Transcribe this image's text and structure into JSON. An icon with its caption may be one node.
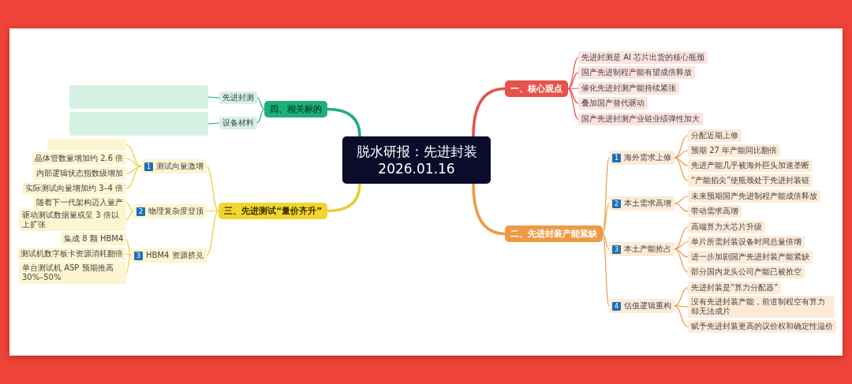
{
  "diagram": {
    "nodes": [
      {
        "text": [
          "脱水研报：先进封装 2026.01.16"
        ]
      },
      {
        "text": [
          "一、核心观点"
        ]
      },
      {
        "text": [
          "先进封测是 AI 芯片出货的核心瓶颈"
        ]
      },
      {
        "text": [
          "国产先进制程产能有望成倍释放"
        ]
      },
      {
        "text": [
          "催化先进封测产能持续紧张"
        ]
      },
      {
        "text": [
          "叠加国产替代驱动"
        ]
      },
      {
        "text": [
          "国产先进封测产业链业绩弹性加大"
        ]
      },
      {
        "text": [
          "二、先进封装产能紧缺"
        ]
      },
      {
        "text": [
          "1",
          "海外需求上修"
        ]
      },
      {
        "text": [
          "分配近期上修"
        ]
      },
      {
        "text": [
          "预期 27 年产能同比翻倍"
        ]
      },
      {
        "text": [
          "先进产能几乎被海外巨头加速垄断"
        ]
      },
      {
        "text": [
          "“产能掐尖”使瓶颈处于先进封装链"
        ]
      },
      {
        "text": [
          "2",
          "本土需求高增"
        ]
      },
      {
        "text": [
          "未来预期国产先进制程产能成倍释放"
        ]
      },
      {
        "text": [
          "带动需求高增"
        ]
      },
      {
        "text": [
          "3",
          "本土产能抢占"
        ]
      },
      {
        "text": [
          "高端算力大芯片升级"
        ]
      },
      {
        "text": [
          "单片所需封装设备时间总量倍增"
        ]
      },
      {
        "text": [
          "进一步加剧国产先进封装产能紧缺"
        ]
      },
      {
        "text": [
          "部分国内龙头公司产能已被抢空"
        ]
      },
      {
        "text": [
          "4",
          "估值逻辑重构"
        ]
      },
      {
        "text": [
          "先进封装是“算力分配器”"
        ]
      },
      {
        "text": [
          "没有先进封装产能，前道制程空有算力却无法成片"
        ]
      },
      {
        "text": [
          "赋予先进封装更高的议价权和确定性溢价"
        ]
      },
      {
        "text": [
          "四、相关标的"
        ]
      },
      {
        "text": [
          "先进封测"
        ]
      },
      {
        "text": [],
        "shape": "box"
      },
      {
        "text": [
          "设备材料"
        ]
      },
      {
        "text": [],
        "shape": "box"
      },
      {
        "text": [
          "三、先进测试“量价齐升”"
        ]
      },
      {
        "text": [
          "1",
          "测试向量激增"
        ]
      },
      {
        "text": [],
        "shape": "box"
      },
      {
        "text": [
          "晶体管数量增加约 2.6 倍"
        ]
      },
      {
        "text": [
          "内部逻辑状态指数级增加"
        ]
      },
      {
        "text": [
          "实际测试向量增加约 3–4 倍"
        ]
      },
      {
        "text": [
          "2",
          "物理复杂度登顶"
        ]
      },
      {
        "text": [
          "随着下一代架构迈入量产"
        ]
      },
      {
        "text": [
          "驱动测试数据量或呈 3 倍以上扩张"
        ]
      },
      {
        "text": [
          "3",
          "HBM4 资源挤兑"
        ]
      },
      {
        "text": [
          "集成 8 颗 HBM4"
        ]
      },
      {
        "text": [
          "测试机数字板卡资源消耗翻倍"
        ]
      },
      {
        "text": [
          "单台测试机 ASP 预期推高 30%–50%"
        ]
      }
    ],
    "edges": [
      {
        "from": 0,
        "to": 1,
        "arrow": "none",
        "style": "thick",
        "color": "#e5534b"
      },
      {
        "from": 1,
        "to": 2,
        "arrow": "none",
        "color": "#e5534b"
      },
      {
        "from": 1,
        "to": 3,
        "arrow": "none",
        "color": "#e5534b"
      },
      {
        "from": 1,
        "to": 4,
        "arrow": "none",
        "color": "#e5534b"
      },
      {
        "from": 1,
        "to": 5,
        "arrow": "none",
        "color": "#e5534b"
      },
      {
        "from": 1,
        "to": 6,
        "arrow": "none",
        "color": "#e5534b"
      },
      {
        "from": 0,
        "to": 7,
        "arrow": "none",
        "style": "thick"
      },
      {
        "from": 7,
        "to": 8,
        "arrow": "none"
      },
      {
        "from": 8,
        "to": 9,
        "arrow": "none"
      },
      {
        "from": 8,
        "to": 10,
        "arrow": "none"
      },
      {
        "from": 8,
        "to": 11,
        "arrow": "none"
      },
      {
        "from": 8,
        "to": 12,
        "arrow": "none"
      },
      {
        "from": 7,
        "to": 13,
        "arrow": "none"
      },
      {
        "from": 13,
        "to": 14,
        "arrow": "none"
      },
      {
        "from": 13,
        "to": 15,
        "arrow": "none"
      },
      {
        "from": 7,
        "to": 16,
        "arrow": "none"
      },
      {
        "from": 16,
        "to": 17,
        "arrow": "none"
      },
      {
        "from": 16,
        "to": 18,
        "arrow": "none"
      },
      {
        "from": 16,
        "to": 19,
        "arrow": "none"
      },
      {
        "from": 16,
        "to": 20,
        "arrow": "none"
      },
      {
        "from": 7,
        "to": 21,
        "arrow": "none"
      },
      {
        "from": 21,
        "to": 22,
        "arrow": "none"
      },
      {
        "from": 21,
        "to": 23,
        "arrow": "none"
      },
      {
        "from": 21,
        "to": 24,
        "arrow": "none"
      },
      {
        "from": 0,
        "to": 25,
        "arrow": "none",
        "style": "thick",
        "color": "#1fae7a"
      },
      {
        "from": 25,
        "to": 26,
        "arrow": "none",
        "color": "#1fae7a"
      },
      {
        "from": 26,
        "to": 27,
        "arrow": "none",
        "color": "#1fae7a"
      },
      {
        "from": 25,
        "to": 28,
        "arrow": "none",
        "color": "#1fae7a"
      },
      {
        "from": 28,
        "to": 29,
        "arrow": "none",
        "color": "#1fae7a"
      },
      {
        "from": 0,
        "to": 30,
        "arrow": "none",
        "style": "thick",
        "color": "#e6cf3a"
      },
      {
        "from": 30,
        "to": 31,
        "arrow": "none",
        "color": "#e6cf3a"
      },
      {
        "from": 31,
        "to": 32,
        "arrow": "none",
        "color": "#e6cf3a"
      },
      {
        "from": 31,
        "to": 33,
        "arrow": "none",
        "color": "#e6cf3a"
      },
      {
        "from": 31,
        "to": 34,
        "arrow": "none",
        "color": "#e6cf3a"
      },
      {
        "from": 31,
        "to": 35,
        "arrow": "none",
        "color": "#e6cf3a"
      },
      {
        "from": 30,
        "to": 36,
        "arrow": "none",
        "color": "#e6cf3a"
      },
      {
        "from": 36,
        "to": 37,
        "arrow": "none",
        "color": "#e6cf3a"
      },
      {
        "from": 36,
        "to": 38,
        "arrow": "none",
        "color": "#e6cf3a"
      },
      {
        "from": 30,
        "to": 39,
        "arrow": "none",
        "color": "#e6cf3a"
      },
      {
        "from": 39,
        "to": 40,
        "arrow": "none",
        "color": "#e6cf3a"
      },
      {
        "from": 39,
        "to": 41,
        "arrow": "none",
        "color": "#e6cf3a"
      },
      {
        "from": 39,
        "to": 42,
        "arrow": "none",
        "color": "#e6cf3a"
      }
    ]
  }
}
